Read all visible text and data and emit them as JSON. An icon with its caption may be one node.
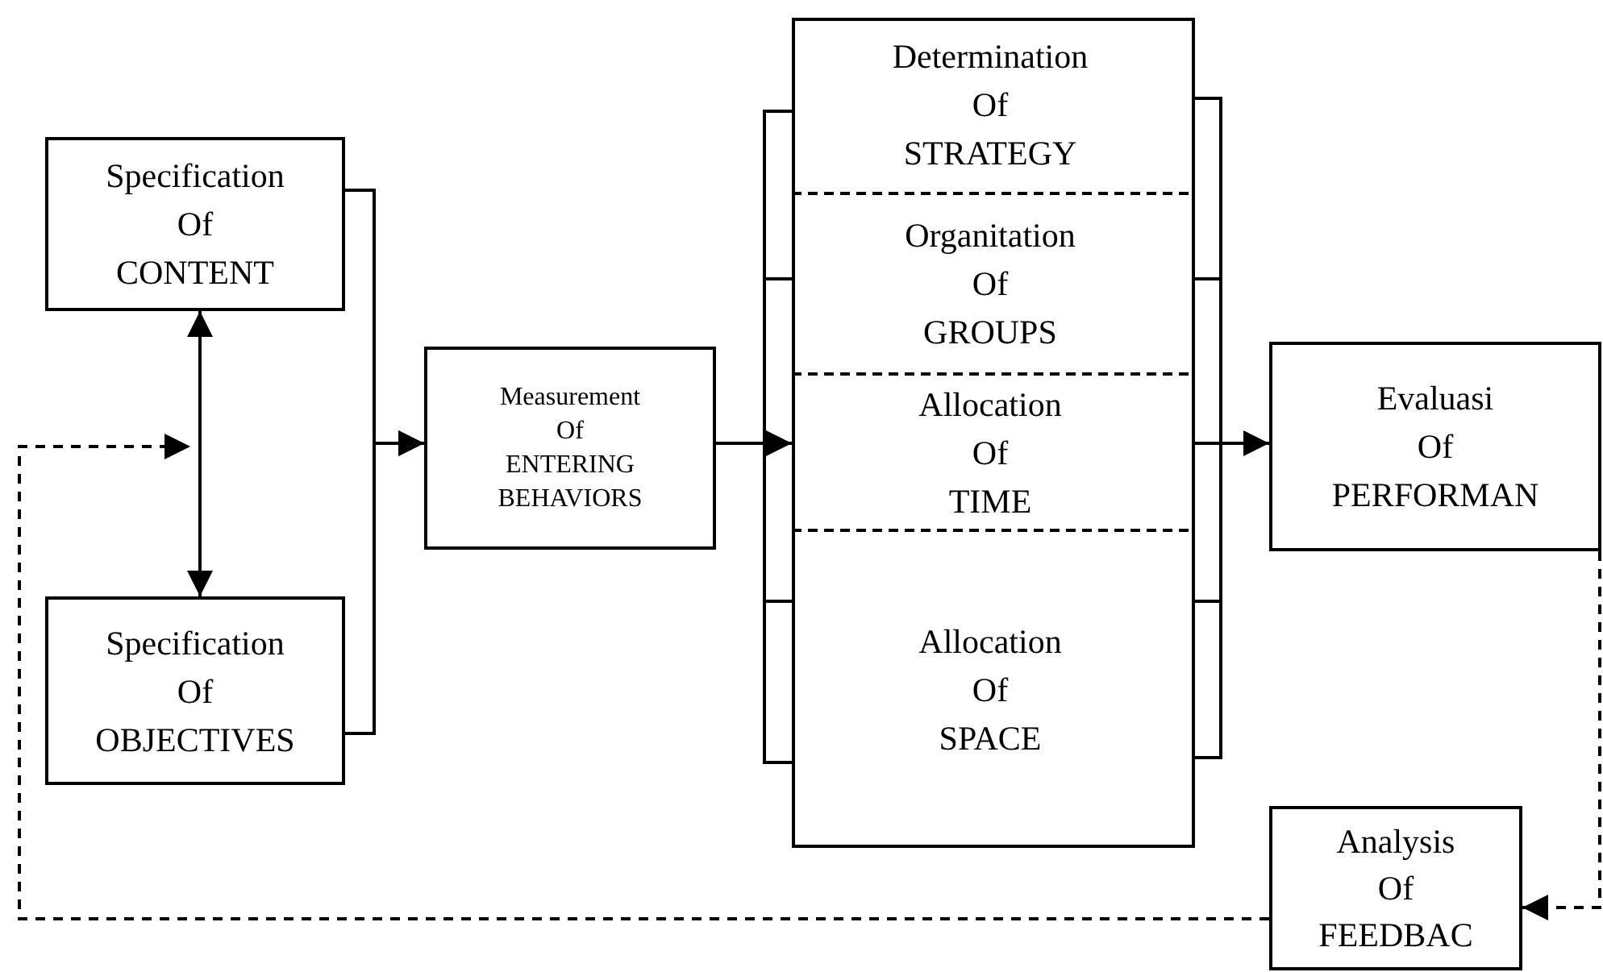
{
  "diagram": {
    "nodes": [
      {
        "text": [
          "Specification Of CONTENT"
        ]
      },
      {
        "text": [
          "Specification Of OBJECTIVES"
        ]
      },
      {
        "text": [
          "Measurement Of ENTERING BEHAVIORS"
        ]
      },
      {
        "text": [],
        "shape": "box"
      },
      {
        "text": [
          "Determination Of STRATEGY"
        ],
        "in": 3
      },
      {
        "text": [
          "Organitation Of GROUPS"
        ],
        "in": 3
      },
      {
        "text": [
          "Allocation Of TIME"
        ],
        "in": 3
      },
      {
        "text": [
          "Allocation Of SPACE"
        ],
        "in": 3
      },
      {
        "text": [
          "Evaluasi Of PERFORMAN"
        ]
      },
      {
        "text": [
          "Analysis Of FEEDBAC"
        ]
      }
    ],
    "edges": [
      {
        "from": 0,
        "to": 1,
        "arrow": "both"
      },
      {
        "from": 0,
        "to": 2,
        "arrow": "to"
      },
      {
        "from": 1,
        "to": 2,
        "arrow": "to"
      },
      {
        "from": 2,
        "to": 3,
        "arrow": "to"
      },
      {
        "from": 3,
        "to": 8,
        "arrow": "to"
      },
      {
        "from": 8,
        "to": 9,
        "arrow": "to",
        "style": "dashed"
      },
      {
        "from": 9,
        "to": null,
        "arrow": "to",
        "style": "dashed"
      }
    ]
  }
}
